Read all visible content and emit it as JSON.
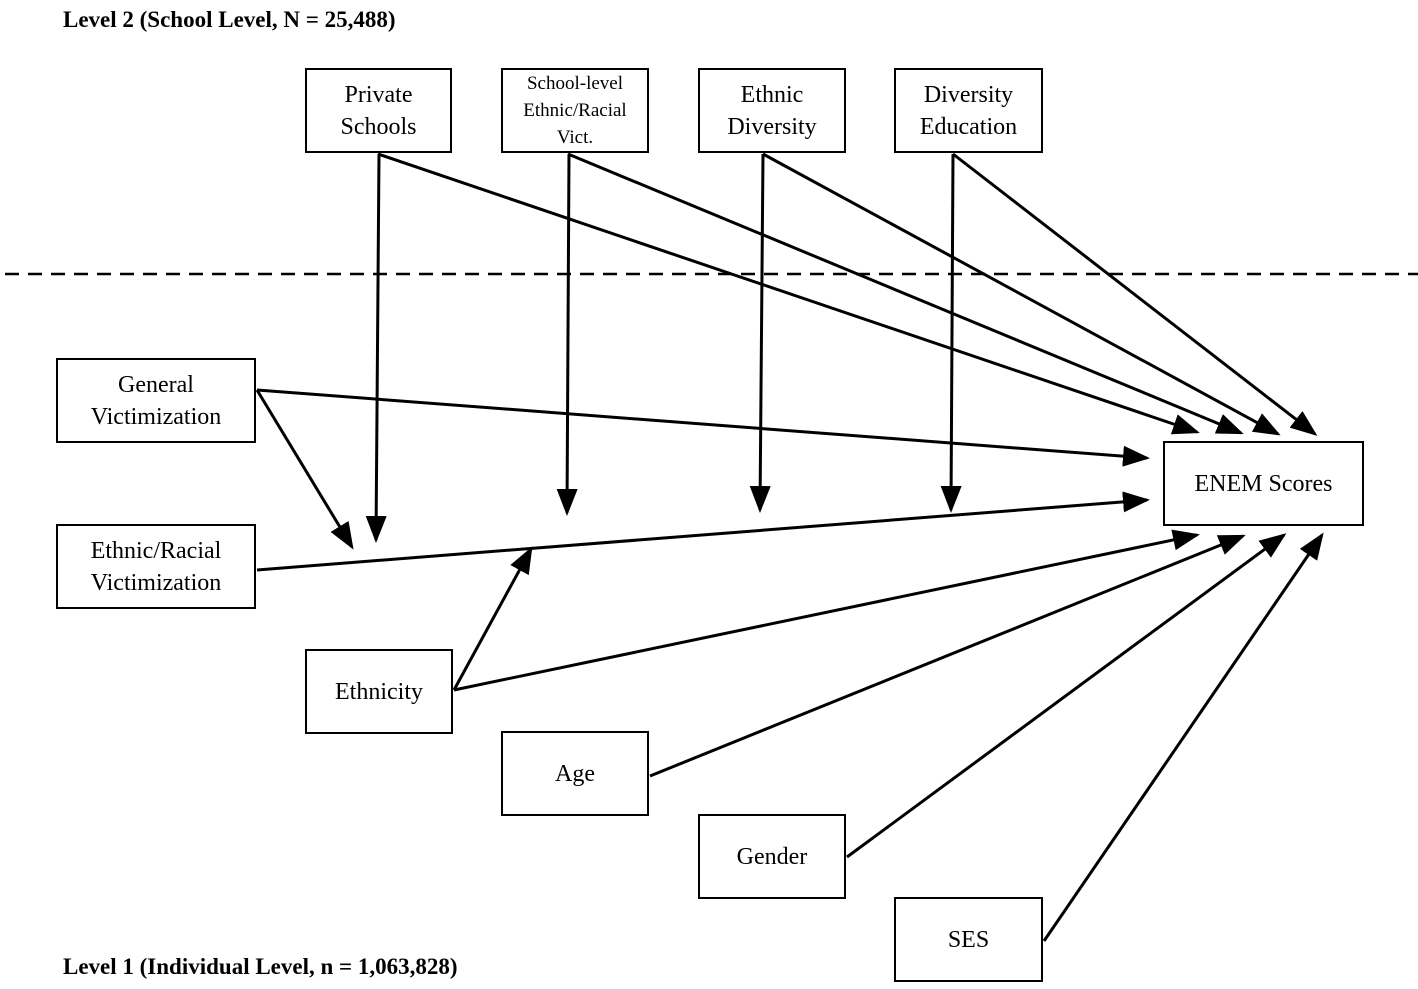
{
  "levels": {
    "school": "Level 2 (School Level, N = 25,488)",
    "individual": "Level 1 (Individual Level, n = 1,063,828)"
  },
  "nodes": {
    "private_schools": "Private\nSchools",
    "school_level_vict": "School-level\nEthnic/Racial\nVict.",
    "ethnic_diversity": "Ethnic\nDiversity",
    "diversity_education": "Diversity\nEducation",
    "general_victimization": "General\nVictimization",
    "ethnic_racial_victimization": "Ethnic/Racial\nVictimization",
    "ethnicity": "Ethnicity",
    "age": "Age",
    "gender": "Gender",
    "ses": "SES",
    "enem_scores": "ENEM Scores"
  },
  "style": {
    "line_color": "#000000",
    "background": "#ffffff"
  }
}
